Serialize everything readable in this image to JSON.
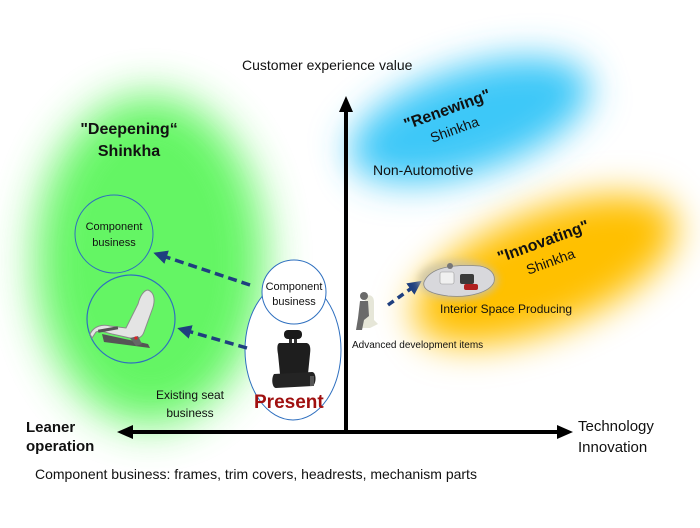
{
  "axes": {
    "y_label": "Customer experience value",
    "x_left_label_line1": "Leaner",
    "x_left_label_line2": "operation",
    "x_right_label_line1": "Technology",
    "x_right_label_line2": "Innovation"
  },
  "regions": {
    "deepening": {
      "title_line1": "\"Deepening“",
      "title_line2": "Shinkha",
      "color": "#5cf55c",
      "component_circle_line1": "Component",
      "component_circle_line2": "business",
      "seat_circle_icon": "sport-seat-icon"
    },
    "renewing": {
      "title_line1": "\"Renewing\"",
      "title_line2": "Shinkha",
      "subtitle": "Non-Automotive",
      "color": "#3ec8f8"
    },
    "innovating": {
      "title_line1": "\"Innovating\"",
      "title_line2": "Shinkha",
      "subtitle": "Interior Space Producing",
      "color": "#ffc000",
      "image_icon": "vehicle-interior-icon"
    }
  },
  "present": {
    "label": "Present",
    "label_color": "#a01010",
    "component_circle_line1": "Component",
    "component_circle_line2": "business",
    "seat_icon": "car-seat-icon",
    "existing_line1": "Existing seat",
    "existing_line2": "business"
  },
  "advanced": {
    "label": "Advanced development items",
    "icon": "seated-person-icon"
  },
  "footnote": "Component business: frames, trim covers, headrests, mechanism parts",
  "colors": {
    "arrow_dashed": "#1f3f7f",
    "circle_stroke": "#2e6fbf",
    "axis": "#000000"
  }
}
